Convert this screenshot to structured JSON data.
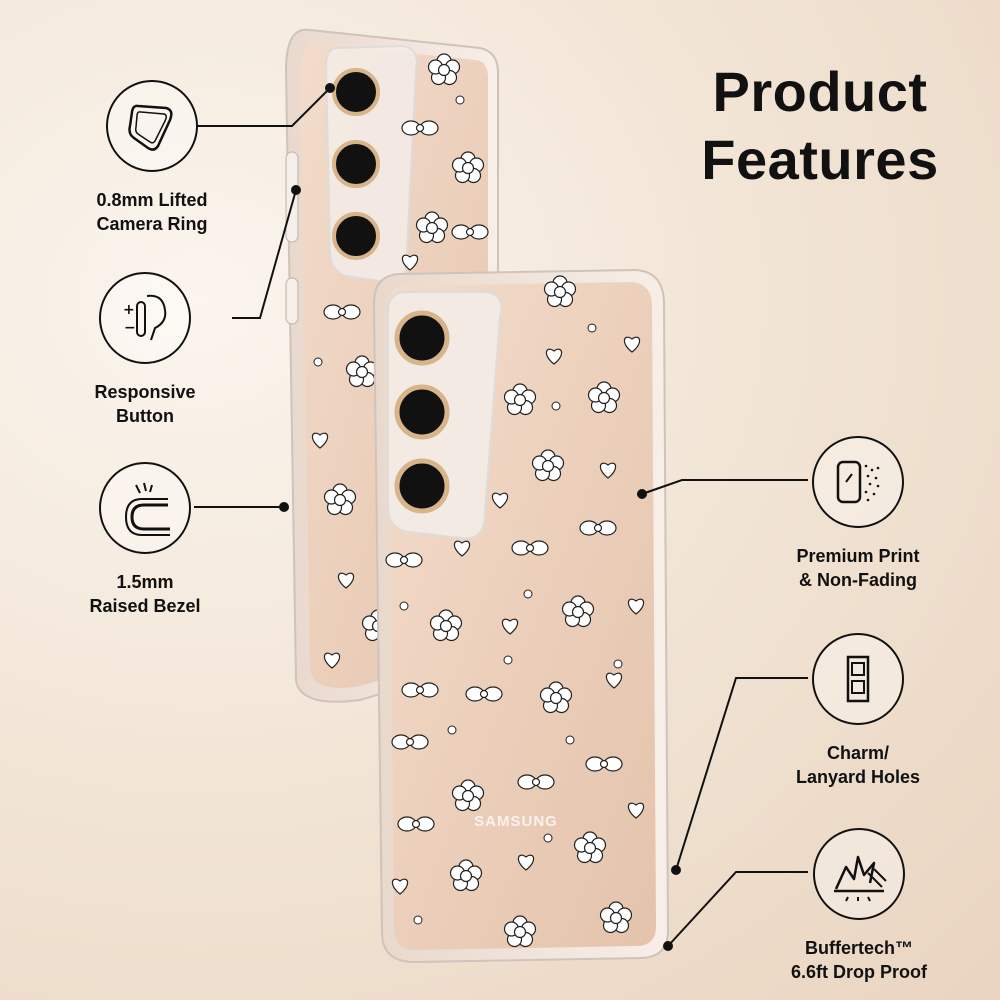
{
  "title": {
    "line1": "Product",
    "line2": "Features"
  },
  "brand_mark": "SAMSUNG",
  "features": {
    "camera_ring": {
      "line1": "0.8mm Lifted",
      "line2": "Camera Ring",
      "icon": "camera-ring-icon"
    },
    "button": {
      "line1": "Responsive",
      "line2": "Button",
      "icon": "responsive-button-icon"
    },
    "bezel": {
      "line1": "1.5mm",
      "line2": "Raised Bezel",
      "icon": "raised-bezel-icon"
    },
    "print": {
      "line1": "Premium Print",
      "line2": "& Non-Fading",
      "icon": "premium-print-icon"
    },
    "charm": {
      "line1": "Charm/",
      "line2": "Lanyard Holes",
      "icon": "lanyard-holes-icon"
    },
    "drop": {
      "line1": "Buffertech™",
      "line2": "6.6ft Drop Proof",
      "icon": "drop-proof-icon"
    }
  },
  "colors": {
    "case_tint": "#f0d8c4",
    "line": "#111111",
    "flower": "#ffffff"
  }
}
